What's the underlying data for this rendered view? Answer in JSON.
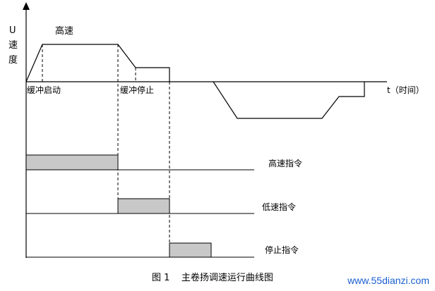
{
  "y_axis_label": [
    "U",
    "速",
    "度"
  ],
  "high_speed_label": "高速",
  "buffer_start_label": "缓冲启动",
  "buffer_stop_label": "缓冲停止",
  "time_axis_label": "t（时间）",
  "high_speed_command_label": "高速指令",
  "low_speed_command_label": "低速指令",
  "stop_command_label": "停止指令",
  "figure_caption": "图 1    主卷扬调速运行曲线图",
  "watermark": "www.55dianzi.com",
  "colors": {
    "line": "#000000",
    "bar_fill": "#c8c8c8",
    "watermark": "#1a5fd0"
  }
}
